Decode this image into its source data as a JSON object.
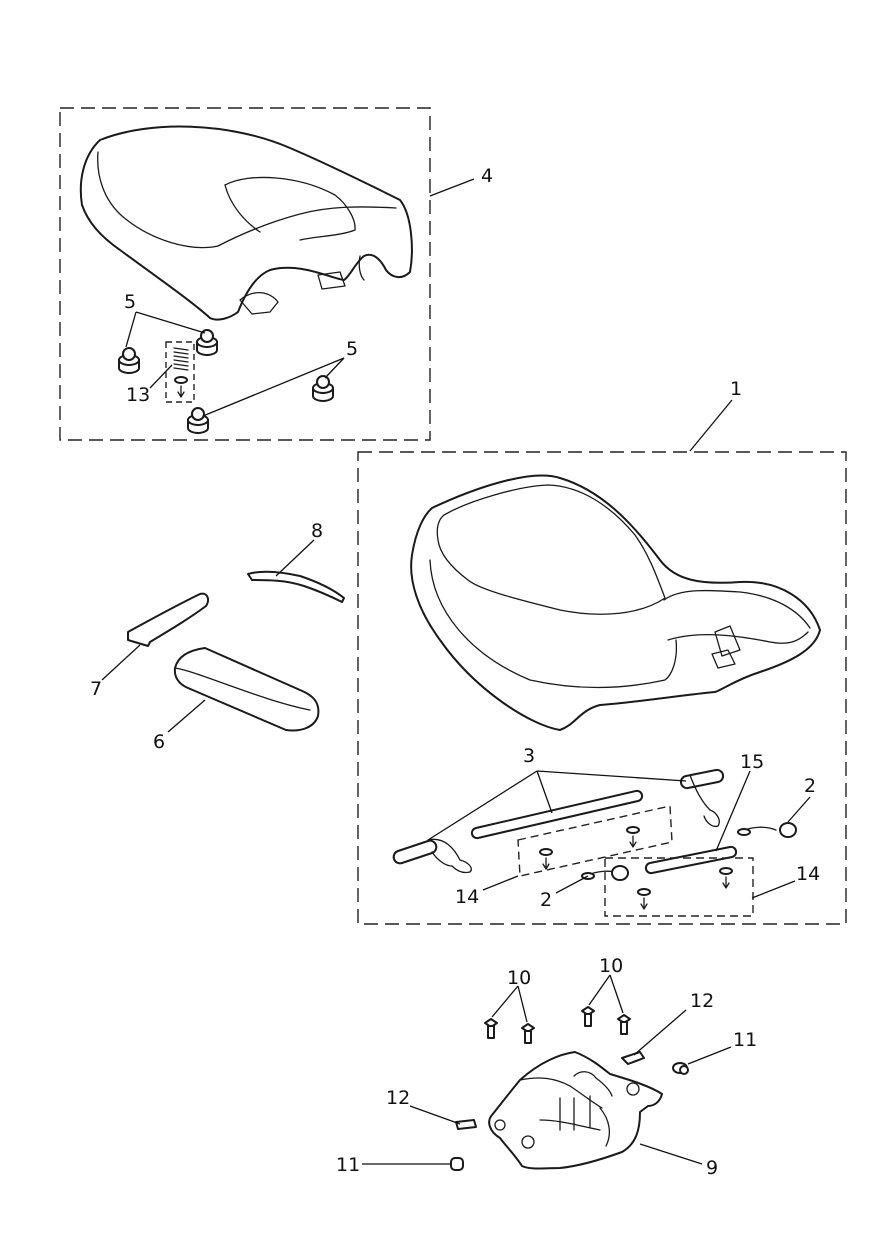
{
  "callouts": {
    "c1": "1",
    "c2a": "2",
    "c2b": "2",
    "c3": "3",
    "c4": "4",
    "c5a": "5",
    "c5b": "5",
    "c6": "6",
    "c7": "7",
    "c8": "8",
    "c9": "9",
    "c10a": "10",
    "c10b": "10",
    "c11a": "11",
    "c11b": "11",
    "c12a": "12",
    "c12b": "12",
    "c13": "13",
    "c14a": "14",
    "c14b": "14",
    "c15": "15"
  }
}
